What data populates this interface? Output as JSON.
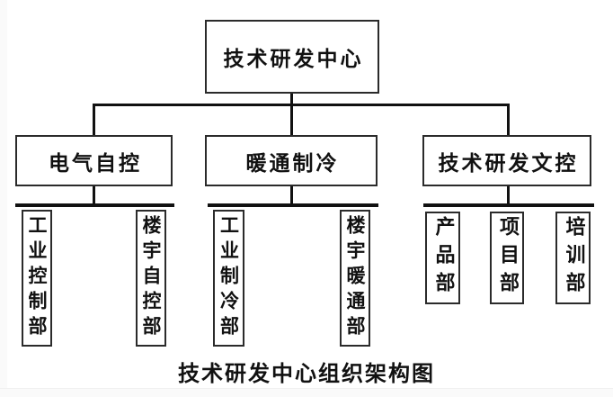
{
  "diagram": {
    "title": "技术研发中心组织架构图",
    "root": {
      "label": "技术研发中心"
    },
    "groups": [
      {
        "label": "电气自控",
        "children": [
          "工业控制部",
          "楼宇自控部"
        ]
      },
      {
        "label": "暖通制冷",
        "children": [
          "工业制冷部",
          "楼宇暖通部"
        ]
      },
      {
        "label": "技术研发文控",
        "children": [
          "产品部",
          "项目部",
          "培训部"
        ]
      }
    ],
    "colors": {
      "line": "#111111",
      "box_border": "#2b2b2b",
      "text": "#111111",
      "background": "#ffffff",
      "edge_strip": "#fafafa"
    }
  }
}
